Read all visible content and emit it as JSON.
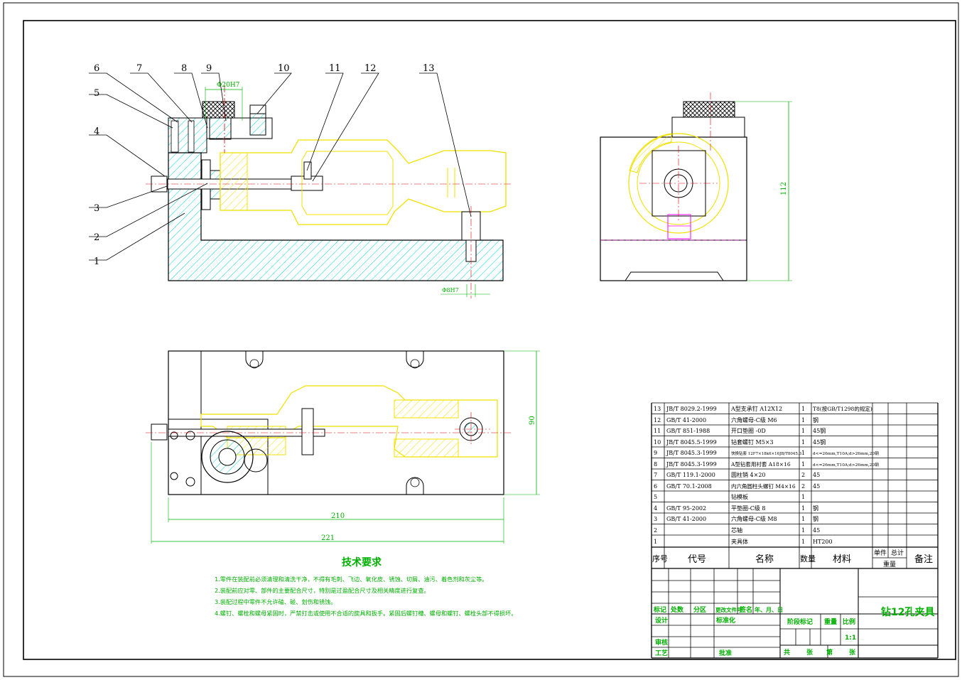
{
  "colors": {
    "outline": "#000000",
    "hatch": "#00d2d2",
    "yellow_part": "#f0e000",
    "magenta_center": "#ff00ff",
    "green_text": "#00b000",
    "red_center": "#e00000"
  },
  "balloons": {
    "b1": "1",
    "b2": "2",
    "b3": "3",
    "b4": "4",
    "b5": "5",
    "b6": "6",
    "b7": "7",
    "b8": "8",
    "b9": "9",
    "b10": "10",
    "b11": "11",
    "b12": "12",
    "b13": "13"
  },
  "dimensions": {
    "d_phi20": "Φ20H7",
    "d_phi8": "Φ8H7",
    "d_112": "112",
    "d_90": "90",
    "d_210": "210",
    "d_221": "221"
  },
  "tech_requirements": {
    "title": "技术要求",
    "line1": "1.零件在装配前必须清理和清洗干净，不得有毛刺、飞边、氧化皮、锈蚀、切屑、油污、着色剂和灰尘等。",
    "line2": "2.装配前应对零、部件的主要配合尺寸，特别是过盈配合尺寸及相关精度进行复查。",
    "line3": "3.装配过程中零件不允许磕、碰、划伤和锈蚀。",
    "line4": "4.螺钉、螺栓和螺母紧固时，严禁打击或使用不合适的旋具和扳手。紧固后螺钉槽、螺母和螺钉、螺栓头部不得损坏。"
  },
  "bom": {
    "rows": [
      {
        "no": "13",
        "code": "JB/T 8029.2-1999",
        "name": "A型支承钉 A12X12",
        "qty": "1",
        "mat": "T8(按GB/T1298的规定)"
      },
      {
        "no": "12",
        "code": "GB/T 41-2000",
        "name": "六角螺母-C级 M6",
        "qty": "1",
        "mat": "钢"
      },
      {
        "no": "11",
        "code": "GB/T 851-1988",
        "name": "开口垫圈 -0D",
        "qty": "1",
        "mat": "45钢"
      },
      {
        "no": "10",
        "code": "JB/T 8045.5-1999",
        "name": "钻套螺钉 M5×3",
        "qty": "1",
        "mat": "45钢"
      },
      {
        "no": "9",
        "code": "JB/T 8045.3-1999",
        "name": "快换钻套 12F7×18k6×16JB/T8045.3",
        "qty": "1",
        "mat": "d<=26mm,T10A;d>26mm,20钢"
      },
      {
        "no": "8",
        "code": "JB/T 8045.3-1999",
        "name": "A型钻套用衬套 A18×16",
        "qty": "1",
        "mat": "d<=26mm,T10A;d>26mm,20钢"
      },
      {
        "no": "7",
        "code": "GB/T 119.1-2000",
        "name": "圆柱销 4×20",
        "qty": "2",
        "mat": "45"
      },
      {
        "no": "6",
        "code": "GB/T 70.1-2008",
        "name": "内六角圆柱头螺钉 M4×16",
        "qty": "2",
        "mat": "45"
      },
      {
        "no": "5",
        "code": "",
        "name": "钻模板",
        "qty": "1",
        "mat": ""
      },
      {
        "no": "4",
        "code": "GB/T 95-2002",
        "name": "平垫圈-C级 8",
        "qty": "1",
        "mat": "钢"
      },
      {
        "no": "3",
        "code": "GB/T 41-2000",
        "name": "六角螺母-C级 M8",
        "qty": "1",
        "mat": "钢"
      },
      {
        "no": "2",
        "code": "",
        "name": "芯轴",
        "qty": "1",
        "mat": "45"
      },
      {
        "no": "1",
        "code": "",
        "name": "夹具体",
        "qty": "1",
        "mat": "HT200"
      }
    ],
    "header": {
      "no": "序号",
      "code": "代号",
      "name": "名称",
      "qty": "数量",
      "mat": "材料",
      "unit": "单件",
      "total": "总计",
      "weight": "重量",
      "remark": "备注"
    }
  },
  "title_block": {
    "drawing_title": "钻12孔夹具",
    "mark": "标记",
    "count": "处数",
    "zone": "分区",
    "doc_no": "更改文件号",
    "sign": "签名",
    "date": "年、月、日",
    "design": "设计",
    "standard": "标准化",
    "review": "审核",
    "craft": "工艺",
    "approve": "批准",
    "stage": "阶段标记",
    "weight": "重量",
    "scale_label": "比例",
    "scale": "1:1",
    "sheets_total": "共",
    "sheets_unit1": "张",
    "sheet_no": "第",
    "sheets_unit2": "张"
  }
}
